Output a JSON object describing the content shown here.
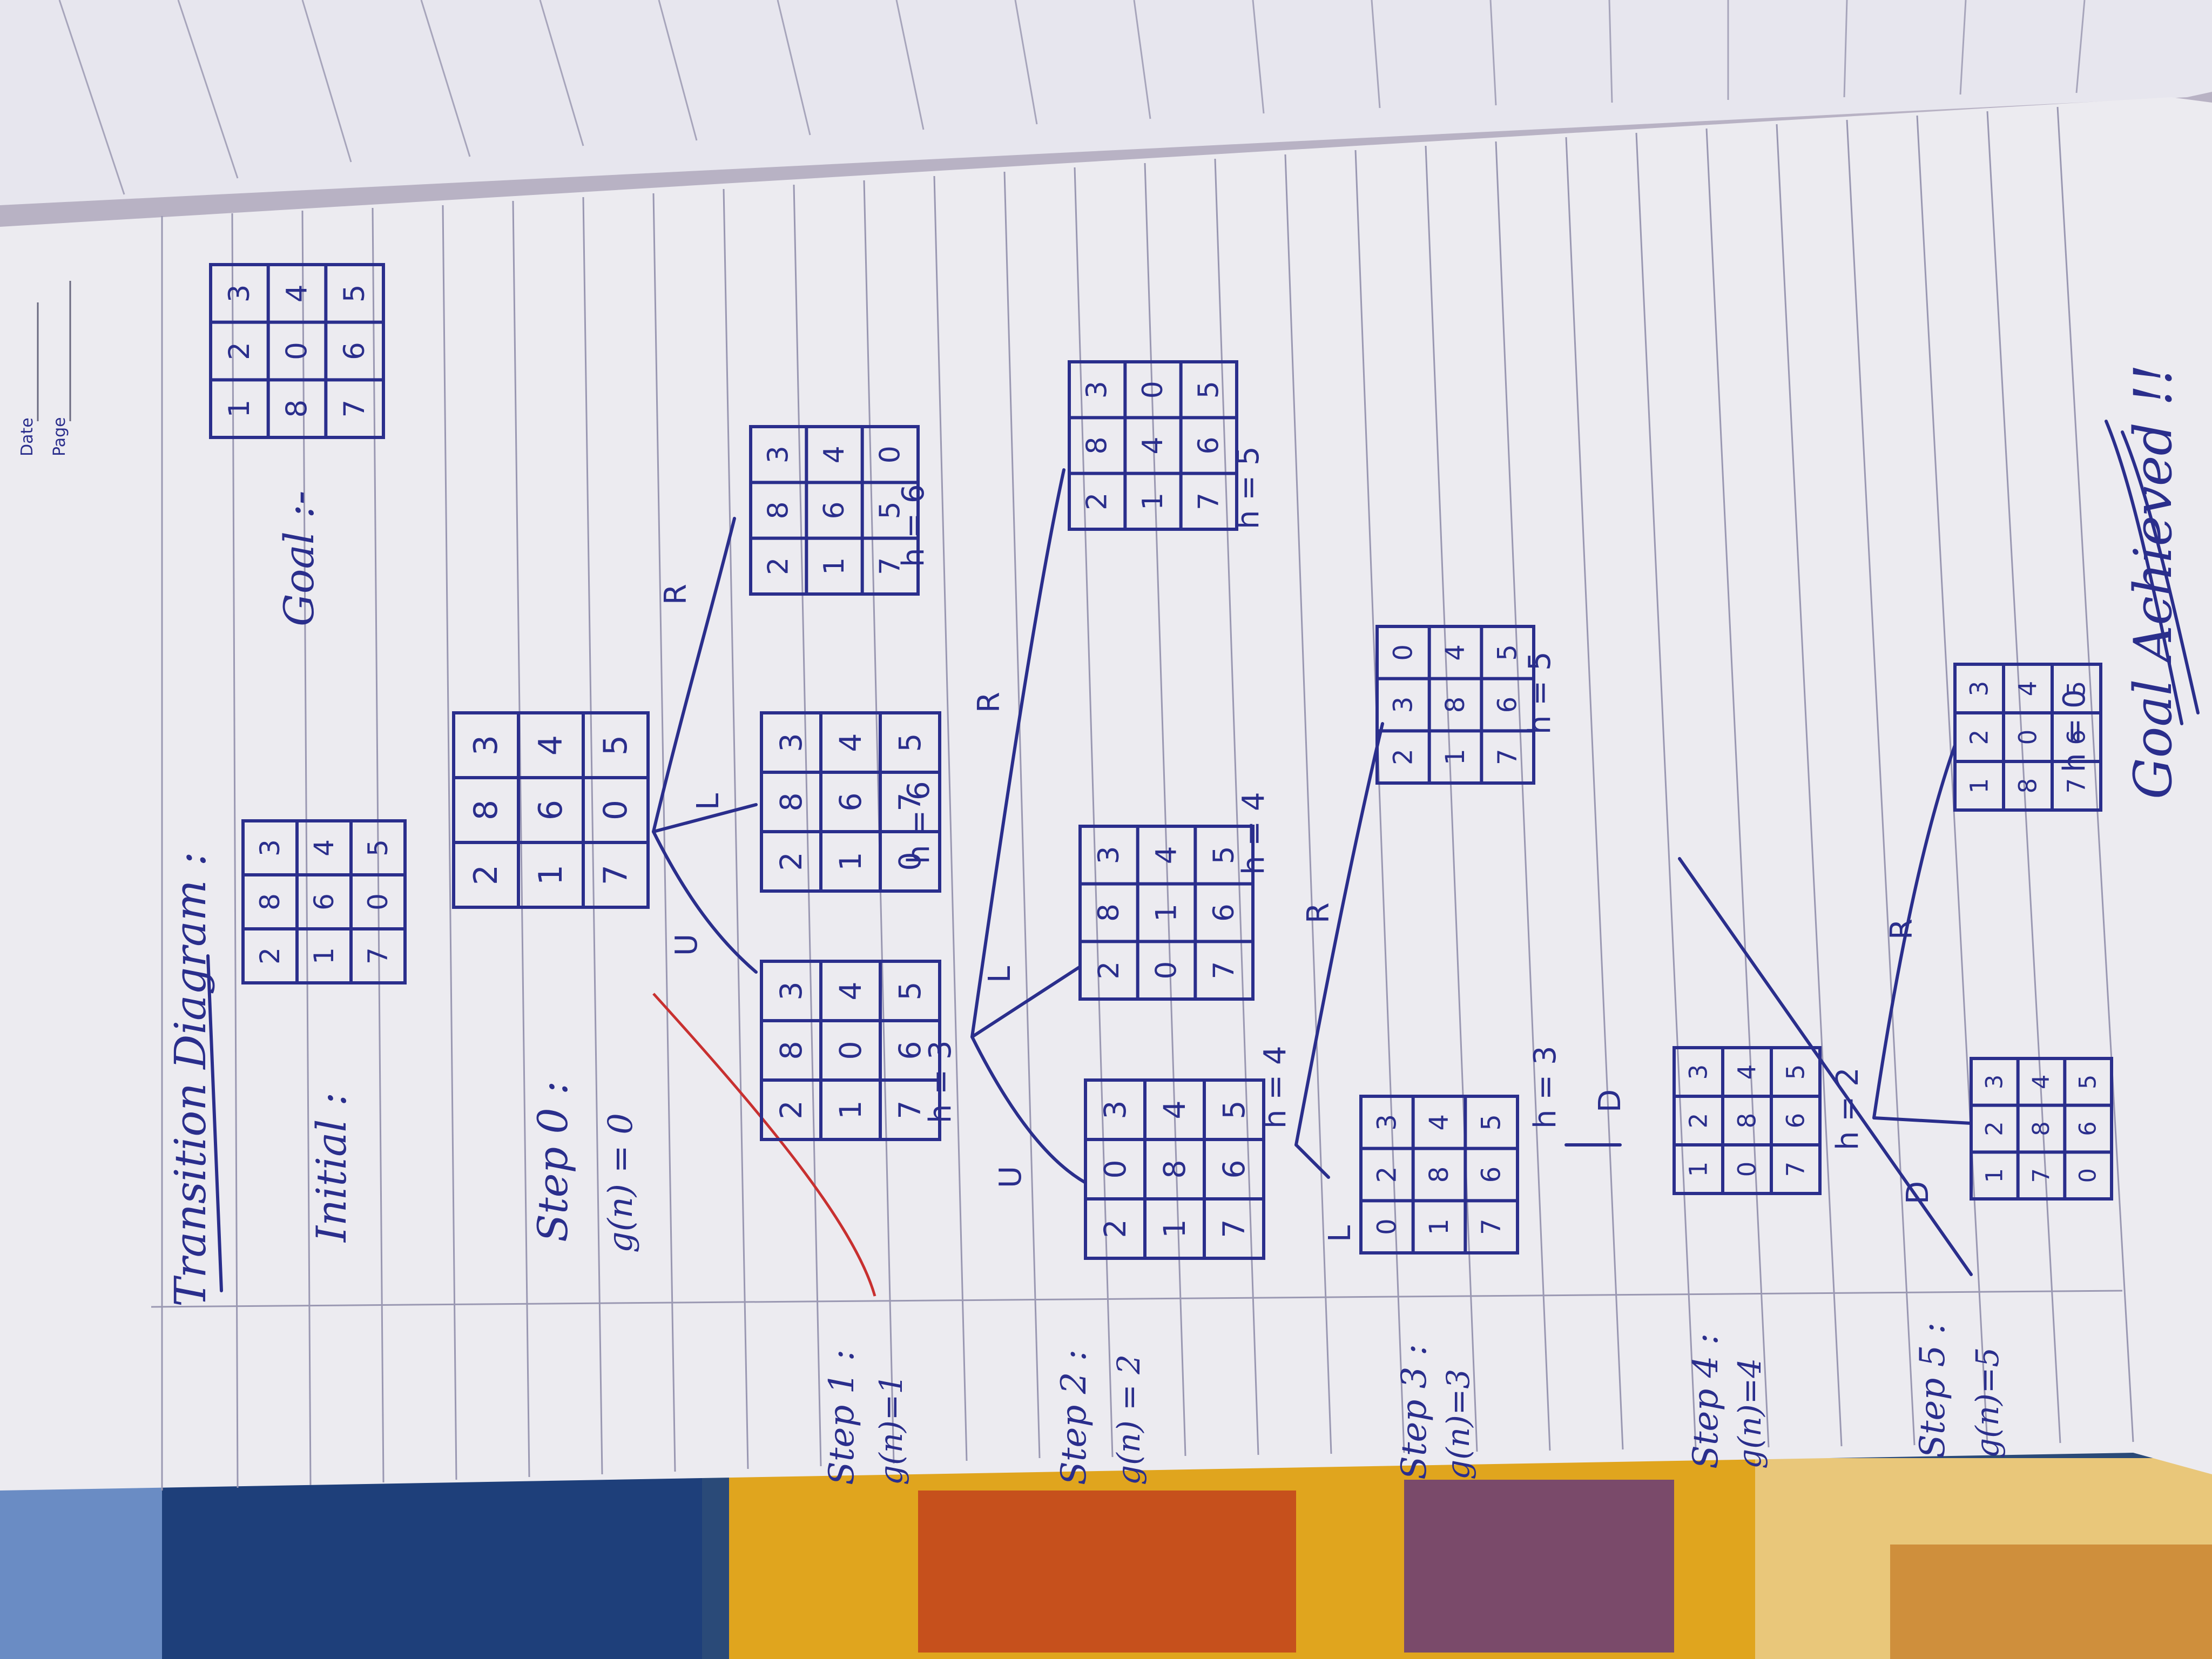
{
  "header": {
    "date_label": "Date",
    "page_label": "Page",
    "title": "Transition Diagram :"
  },
  "colors": {
    "paper": "#ecebf0",
    "ink": "#2a2e8c",
    "red_ink": "#c83030",
    "rule_line": "#8f8fa8"
  },
  "labels": {
    "initial": "Initial :",
    "goal": "Goal :-",
    "step0": "Step 0 :",
    "step0_g": "g(n) = 0",
    "step1": "Step 1 :",
    "step1_g": "g(n)=1",
    "step2": "Step 2 :",
    "step2_g": "g(n) = 2",
    "step3": "Step 3 :",
    "step3_g": "g(n)=3",
    "step4": "Step 4 :",
    "step4_g": "g(n)=4",
    "step5": "Step 5 :",
    "step5_g": "g(n)=5",
    "goal_achieved": "Goal Achieved !!"
  },
  "moves": {
    "s0_u": "U",
    "s0_l": "L",
    "s0_r": "R",
    "s1_u": "U",
    "s1_l": "L",
    "s1_r": "R",
    "s2_l": "L",
    "s2_r": "R",
    "s3_d": "D",
    "s4_d": "D",
    "s4_r": "R"
  },
  "heuristics": {
    "s1_u": "h = 3",
    "s1_l": "h = 6",
    "s1_r": "h = 6",
    "s2_u": "h = 4",
    "s2_l": "h = 4",
    "s2_r": "h = 5",
    "s3_l": "h = 3",
    "s3_r": "h = 5",
    "s4_d": "h = 2",
    "s5_r": "h = 0"
  },
  "boards": {
    "initial": [
      [
        "2",
        "8",
        "3"
      ],
      [
        "1",
        "6",
        "4"
      ],
      [
        "7",
        "0",
        "5"
      ]
    ],
    "goal": [
      [
        "1",
        "2",
        "3"
      ],
      [
        "8",
        "0",
        "4"
      ],
      [
        "7",
        "6",
        "5"
      ]
    ],
    "step0": [
      [
        "2",
        "8",
        "3"
      ],
      [
        "1",
        "6",
        "4"
      ],
      [
        "7",
        "0",
        "5"
      ]
    ],
    "s1_u": [
      [
        "2",
        "8",
        "3"
      ],
      [
        "1",
        "0",
        "4"
      ],
      [
        "7",
        "6",
        "5"
      ]
    ],
    "s1_l": [
      [
        "2",
        "8",
        "3"
      ],
      [
        "1",
        "6",
        "4"
      ],
      [
        "0",
        "7",
        "5"
      ]
    ],
    "s1_r": [
      [
        "2",
        "8",
        "3"
      ],
      [
        "1",
        "6",
        "4"
      ],
      [
        "7",
        "5",
        "0"
      ]
    ],
    "s2_u": [
      [
        "2",
        "0",
        "3"
      ],
      [
        "1",
        "8",
        "4"
      ],
      [
        "7",
        "6",
        "5"
      ]
    ],
    "s2_l": [
      [
        "2",
        "8",
        "3"
      ],
      [
        "0",
        "1",
        "4"
      ],
      [
        "7",
        "6",
        "5"
      ]
    ],
    "s2_r": [
      [
        "2",
        "8",
        "3"
      ],
      [
        "1",
        "4",
        "0"
      ],
      [
        "7",
        "6",
        "5"
      ]
    ],
    "s3_l": [
      [
        "0",
        "2",
        "3"
      ],
      [
        "1",
        "8",
        "4"
      ],
      [
        "7",
        "6",
        "5"
      ]
    ],
    "s3_r": [
      [
        "2",
        "3",
        "0"
      ],
      [
        "1",
        "8",
        "4"
      ],
      [
        "7",
        "6",
        "5"
      ]
    ],
    "s4_d": [
      [
        "1",
        "2",
        "3"
      ],
      [
        "0",
        "8",
        "4"
      ],
      [
        "7",
        "6",
        "5"
      ]
    ],
    "s5_d": [
      [
        "1",
        "2",
        "3"
      ],
      [
        "7",
        "8",
        "4"
      ],
      [
        "0",
        "6",
        "5"
      ]
    ],
    "s5_r": [
      [
        "1",
        "2",
        "3"
      ],
      [
        "8",
        "0",
        "4"
      ],
      [
        "7",
        "6",
        "5"
      ]
    ]
  }
}
